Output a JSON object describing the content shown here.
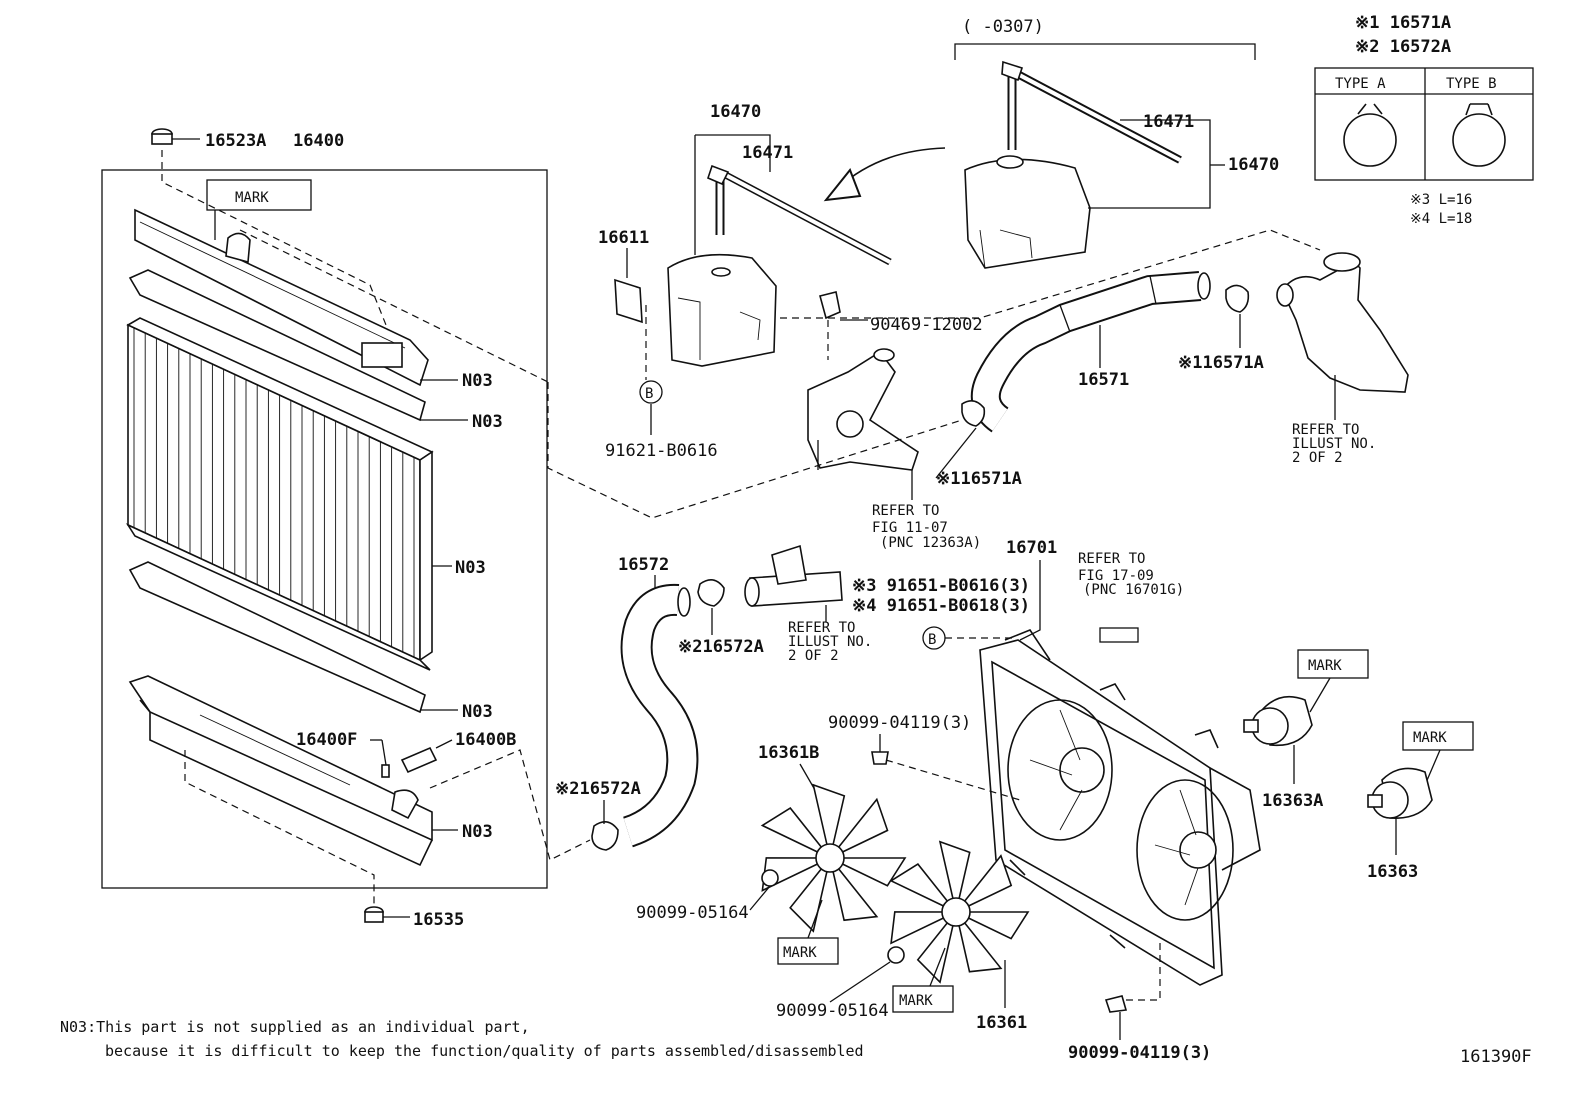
{
  "labels": {
    "l16523A": "16523A",
    "l16400": "16400",
    "mark_radiator": "MARK",
    "n03_1": "N03",
    "n03_2": "N03",
    "n03_3": "N03",
    "n03_4": "N03",
    "n03_5": "N03",
    "l16400F": "16400F",
    "l16400B": "16400B",
    "l16535": "16535",
    "l16470a": "16470",
    "l16471a": "16471",
    "l16611": "16611",
    "circle_b1": "B",
    "l91621": "91621-B0616",
    "range": "(     -0307)",
    "l16471b": "16471",
    "l16470b": "16470",
    "l90469": "90469-12002",
    "l16571": "16571",
    "l16571A_1": "※116571A",
    "l16571A_2": "※116571A",
    "refer_fig1107_1": "REFER TO",
    "refer_fig1107_2": "FIG 11-07",
    "refer_fig1107_3": "(PNC 12363A)",
    "refer_ill1_1": "REFER TO",
    "refer_ill1_2": "ILLUST NO.",
    "refer_ill1_3": "2 OF 2",
    "legend_1": "※1 16571A",
    "legend_2": "※2 16572A",
    "type_a": "TYPE A",
    "type_b": "TYPE B",
    "legend_3": "※3 L=16",
    "legend_4": "※4 L=18",
    "l16572": "16572",
    "l16572A_1": "※216572A",
    "l16572A_2": "※216572A",
    "refer_ill2_1": "REFER TO",
    "refer_ill2_2": "ILLUST NO.",
    "refer_ill2_3": "2 OF 2",
    "l91651_1": "※3 91651-B0616(3)",
    "l91651_2": "※4 91651-B0618(3)",
    "circle_b2": "B",
    "l16701": "16701",
    "refer_fig1709_1": "REFER TO",
    "refer_fig1709_2": "FIG 17-09",
    "refer_fig1709_3": "(PNC 16701G)",
    "mark_motor_a": "MARK",
    "mark_motor_b": "MARK",
    "l16363A": "16363A",
    "l16363": "16363",
    "l90099_04119a": "90099-04119(3)",
    "l16361B": "16361B",
    "l90099_05164a": "90099-05164",
    "mark_fan1": "MARK",
    "l90099_05164b": "90099-05164",
    "mark_fan2": "MARK",
    "l16361": "16361",
    "l90099_04119b": "90099-04119(3)",
    "note_line1": "N03:This part is not supplied as an individual part,",
    "note_line2": "because it is difficult to keep the function/quality of parts assembled/disassembled",
    "fig_id": "161390F"
  }
}
